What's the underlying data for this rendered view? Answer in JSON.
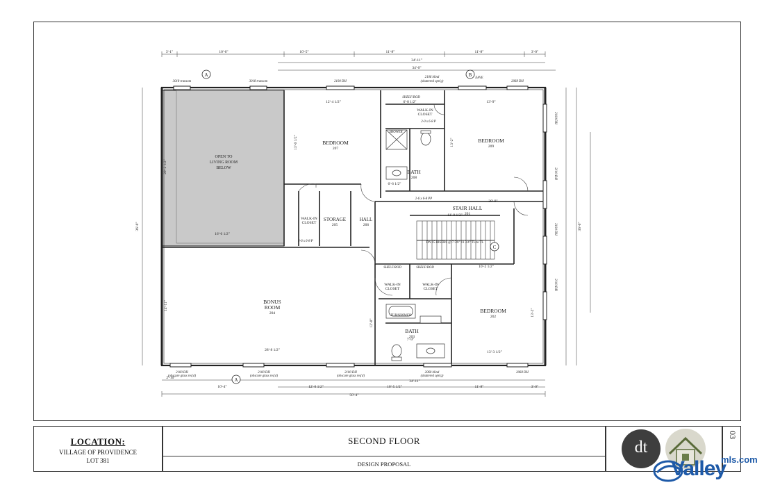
{
  "plan": {
    "rooms": {
      "open_to_living": [
        "OPEN TO",
        "LIVING ROOM",
        "BELOW"
      ],
      "bedroom_207": {
        "name": "BEDROOM",
        "number": "207"
      },
      "bedroom_209": {
        "name": "BEDROOM",
        "number": "209"
      },
      "bedroom_202": {
        "name": "BEDROOM",
        "number": "202"
      },
      "bonus_room": {
        "name": [
          "BONUS",
          "ROOM"
        ],
        "number": "204"
      },
      "bath_208": {
        "name": "BATH",
        "number": "208"
      },
      "bath_203": {
        "name": "BATH",
        "number": "203"
      },
      "stair_hall": {
        "name": "STAIR HALL",
        "number": "201"
      },
      "storage": {
        "name": "STORAGE",
        "number": "205"
      },
      "hall": {
        "name": "HALL",
        "number": "206"
      },
      "walk_in_closet_left": [
        "WALK-IN",
        "CLOSET"
      ],
      "walk_in_closet_top": [
        "WALK-IN",
        "CLOSET"
      ],
      "walk_in_closet_mid_a": [
        "WALK-IN",
        "CLOSET"
      ],
      "walk_in_closet_mid_b": [
        "WALK-IN",
        "CLOSET"
      ]
    },
    "dimensions": {
      "top_row_1": [
        "3'-1\"",
        "10'-6\"",
        "10'-5\"",
        "11'-8\"",
        "11'-8\"",
        "3'-0\""
      ],
      "top_overall_1": "34'-11\"",
      "top_overall_2": "34'-0\"",
      "bottom_row_1": [
        "2'-10\"",
        "10'-4\"",
        "12'-0 1/2\"",
        "10'-5 1/2\"",
        "11'-8\"",
        "3'-0\""
      ],
      "bottom_overall_1": "34'-11\"",
      "bottom_overall_2": "50'-4\"",
      "left_overall": "36'-0\"",
      "right_overall": "36'-0\"",
      "open_height": "20'-2 1/2\"",
      "open_width": "16'-0 1/2\"",
      "bonus_width": "28'-8 1/2\"",
      "bonus_height": "14'-11\"",
      "bed207_width": "12'-4 1/2\"",
      "bed207_height": "13'-0 1/2\"",
      "bed209_width": "13'-9\"",
      "bed209_height": "13'-2\"",
      "bed202_width": "13'-3 1/2\"",
      "bed202_height": "13'-2\"",
      "stair_width": "11'-0 1/2\"",
      "stair_bottom": "10'-2 1/2\"",
      "stair_top": "20'-9\"",
      "bath208_width": "6'-6 1/2\"",
      "bath203_height": "7'-9\"",
      "closet_top_width": "6'-8 1/2\"",
      "hall_height": "12'-0\""
    },
    "windows": {
      "top_transom_1": "3018 transom",
      "top_transom_2": "3018 transom",
      "top_dh_1": "2100 DH",
      "top_blind": "2106 blind",
      "top_blind_note": "(shuttered opn'g)",
      "top_dh_2": "2068 DH",
      "bottom_dh_1": "2100 DH",
      "bottom_dh_1_note": "(obscure glass req'd)",
      "bottom_dh_2": "2100 DH",
      "bottom_dh_2_note": "(obscure glass req'd)",
      "bottom_dh_3": "2100 DH",
      "bottom_dh_3_note": "(obscure glass req'd)",
      "bottom_blind": "2060 blind",
      "bottom_blind_note": "(shuttered opn'g)",
      "bottom_dh_4": "2068 DH",
      "right_dh_1": "2100 DH",
      "right_dh_2": "2100 DH",
      "right_dh_3": "2100 DH",
      "right_dh_4": "2100 DH",
      "eave": "EAVE",
      "shelf_rod_1": "SHELF/ROD",
      "shelf_rod_2": "SHELF/ROD",
      "shelf_rod_3": "SHELF/ROD",
      "shower": "SHOWER",
      "tub": "TUB/SHOWER",
      "stair_note": "DN 15 RISERS @ 7 5/8\" 11 3/4\" TL to TL",
      "door_note_1": "2-6 x 6-8 P",
      "door_note_2": "2-0 x 6-8 P",
      "door_note_3": "2-6 x 6-8 PP"
    },
    "markers": {
      "a": "A",
      "b": "B",
      "c": "C"
    }
  },
  "title_block": {
    "location_heading": "LOCATION:",
    "location_line_1": "VILLAGE OF PROVIDENCE",
    "location_line_2": "LOT 381",
    "sheet_title": "SECOND FLOOR",
    "sheet_subtitle": "DESIGN PROPOSAL",
    "sheet_number": "03",
    "logo_text": "dt"
  },
  "watermark": {
    "brand": "Valley",
    "site": "mls.com"
  },
  "colors": {
    "shaded_area": "#c9c9c9",
    "line": "#222222",
    "watermark": "#1e5aa8",
    "logo_dark": "#3e3e3e",
    "logo_light": "#d9d8cc"
  }
}
